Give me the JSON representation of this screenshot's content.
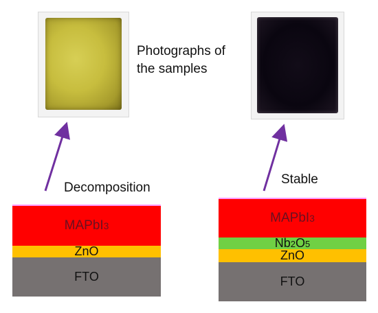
{
  "photos": {
    "caption_line1": "Photographs of",
    "caption_line2": "the samples"
  },
  "left_sample": {
    "process_label": "Decomposition",
    "layers": [
      {
        "name": "MAPbI",
        "sub": "3",
        "color": "#ff0000"
      },
      {
        "name": "ZnO",
        "sub": "",
        "color": "#ffc000"
      },
      {
        "name": "FTO",
        "sub": "",
        "color": "#767171"
      }
    ]
  },
  "right_sample": {
    "process_label": "Stable",
    "layers": [
      {
        "name": "MAPbI",
        "sub": "3",
        "color": "#ff0000"
      },
      {
        "name_parts": [
          "Nb",
          "2",
          "O",
          "5"
        ],
        "color": "#70d044"
      },
      {
        "name": "ZnO",
        "sub": "",
        "color": "#ffc000"
      },
      {
        "name": "FTO",
        "sub": "",
        "color": "#767171"
      }
    ]
  },
  "colors": {
    "arrow": "#7030a0",
    "sample_yellow": "#c7bd3e",
    "sample_dark": "#0a0610"
  }
}
